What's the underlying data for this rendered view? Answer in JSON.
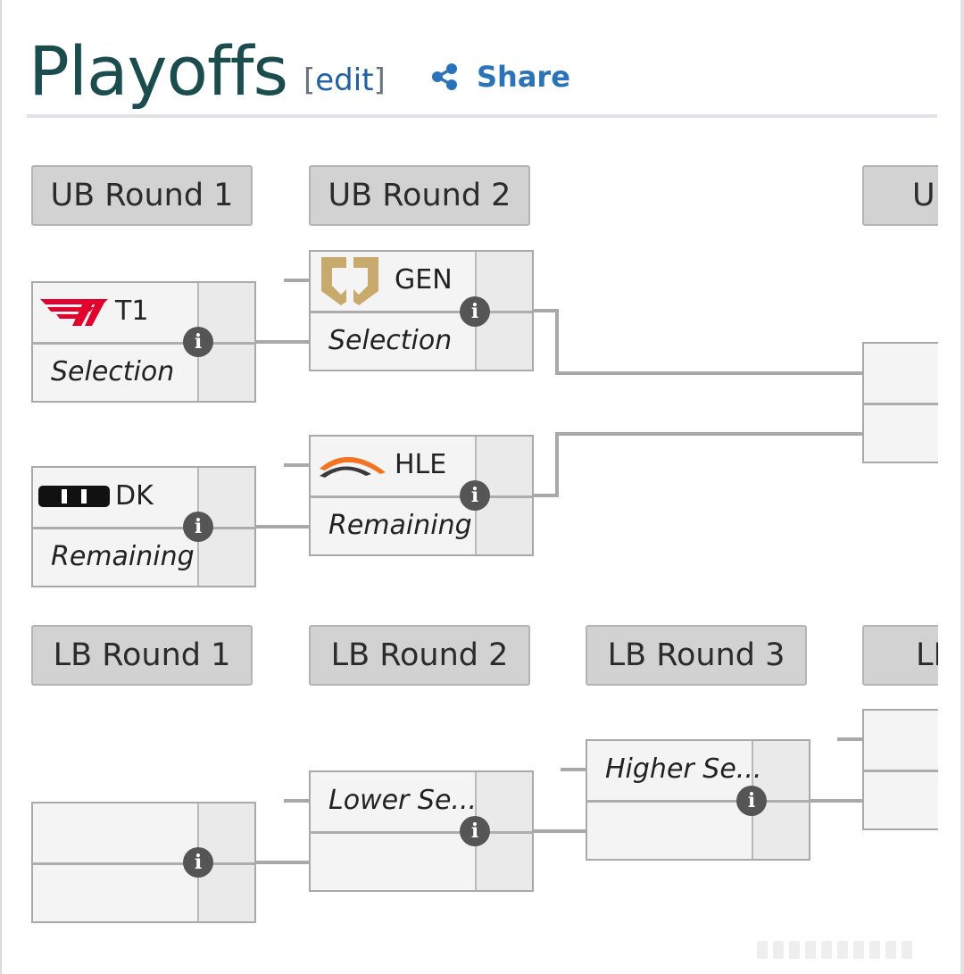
{
  "header": {
    "title": "Playoffs",
    "edit_open": "[",
    "edit_label": "edit",
    "edit_close": "]",
    "share_label": "Share"
  },
  "rounds": {
    "ub1": "UB Round 1",
    "ub2": "UB Round 2",
    "ub3": "U",
    "lb1": "LB Round 1",
    "lb2": "LB Round 2",
    "lb3": "LB Round 3",
    "lb4": "LI"
  },
  "matches": {
    "ub1_m1": {
      "top": "T1",
      "bottom": "Selection"
    },
    "ub1_m2": {
      "top": "DK",
      "bottom": "Remaining"
    },
    "ub2_m1": {
      "top": "GEN",
      "bottom": "Selection"
    },
    "ub2_m2": {
      "top": "HLE",
      "bottom": "Remaining"
    },
    "lb2_m1": {
      "top": "Lower Se...",
      "bottom": ""
    },
    "lb3_m1": {
      "top": "Higher Se...",
      "bottom": ""
    }
  },
  "info_glyph": "i",
  "colors": {
    "title": "#1b4d4f",
    "share": "#2a73b8",
    "line": "#a9a9a9",
    "round_bg": "#d2d2d2",
    "match_bg": "#f4f4f4",
    "info_bg": "#555555",
    "t1_red": "#e2012d",
    "gen_gold": "#c8aa6e",
    "hle_orange": "#f37321"
  }
}
